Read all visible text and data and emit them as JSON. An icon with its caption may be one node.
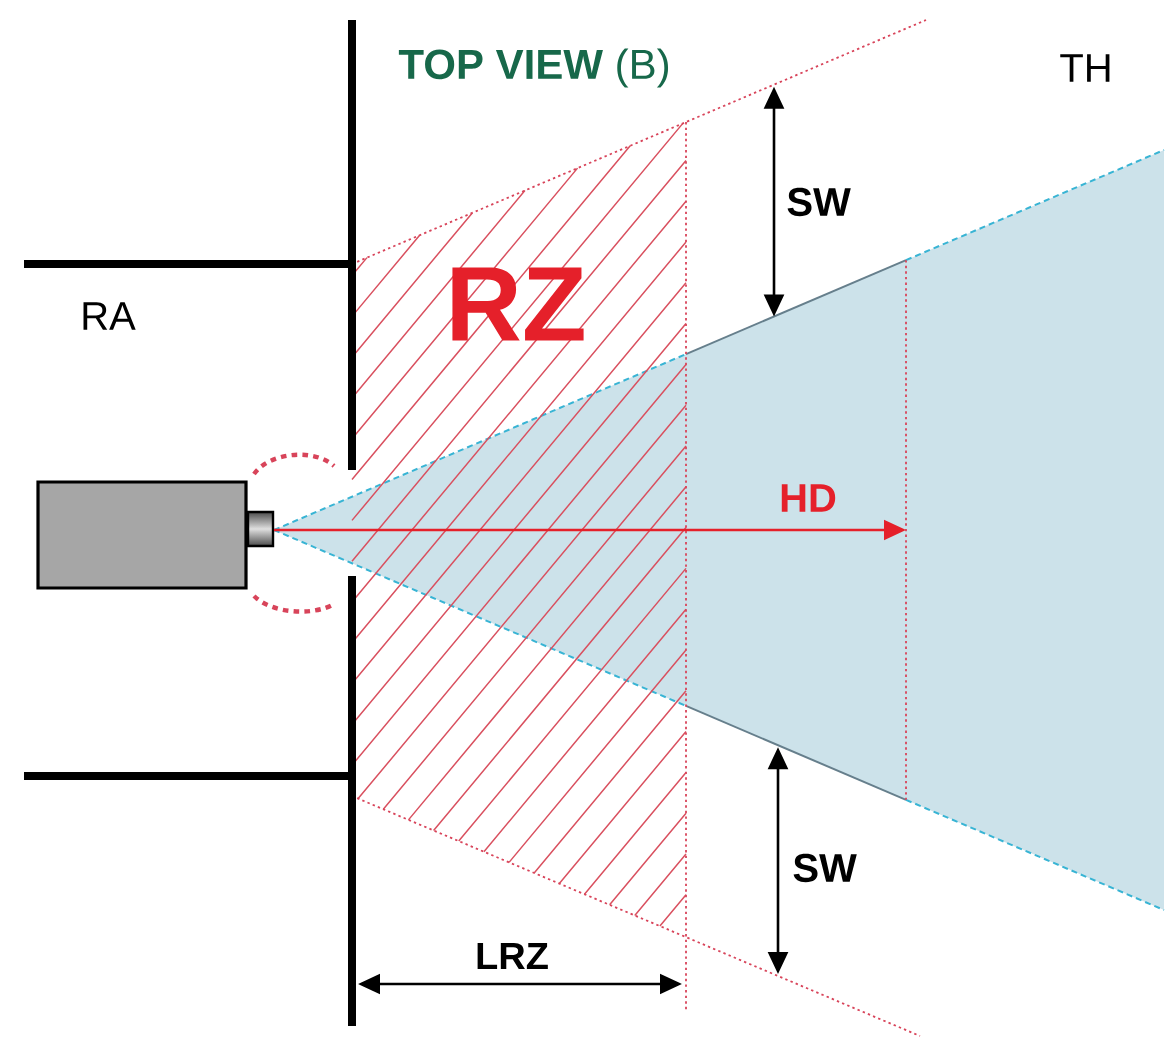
{
  "diagram": {
    "title": "**TOP VIEW** (B)",
    "nodes": [
      {
        "text": [
          "RZ"
        ]
      }
    ],
    "labels": [
      "TH",
      "SW",
      "RA",
      "HD",
      "SW",
      "LRZ"
    ]
  }
}
